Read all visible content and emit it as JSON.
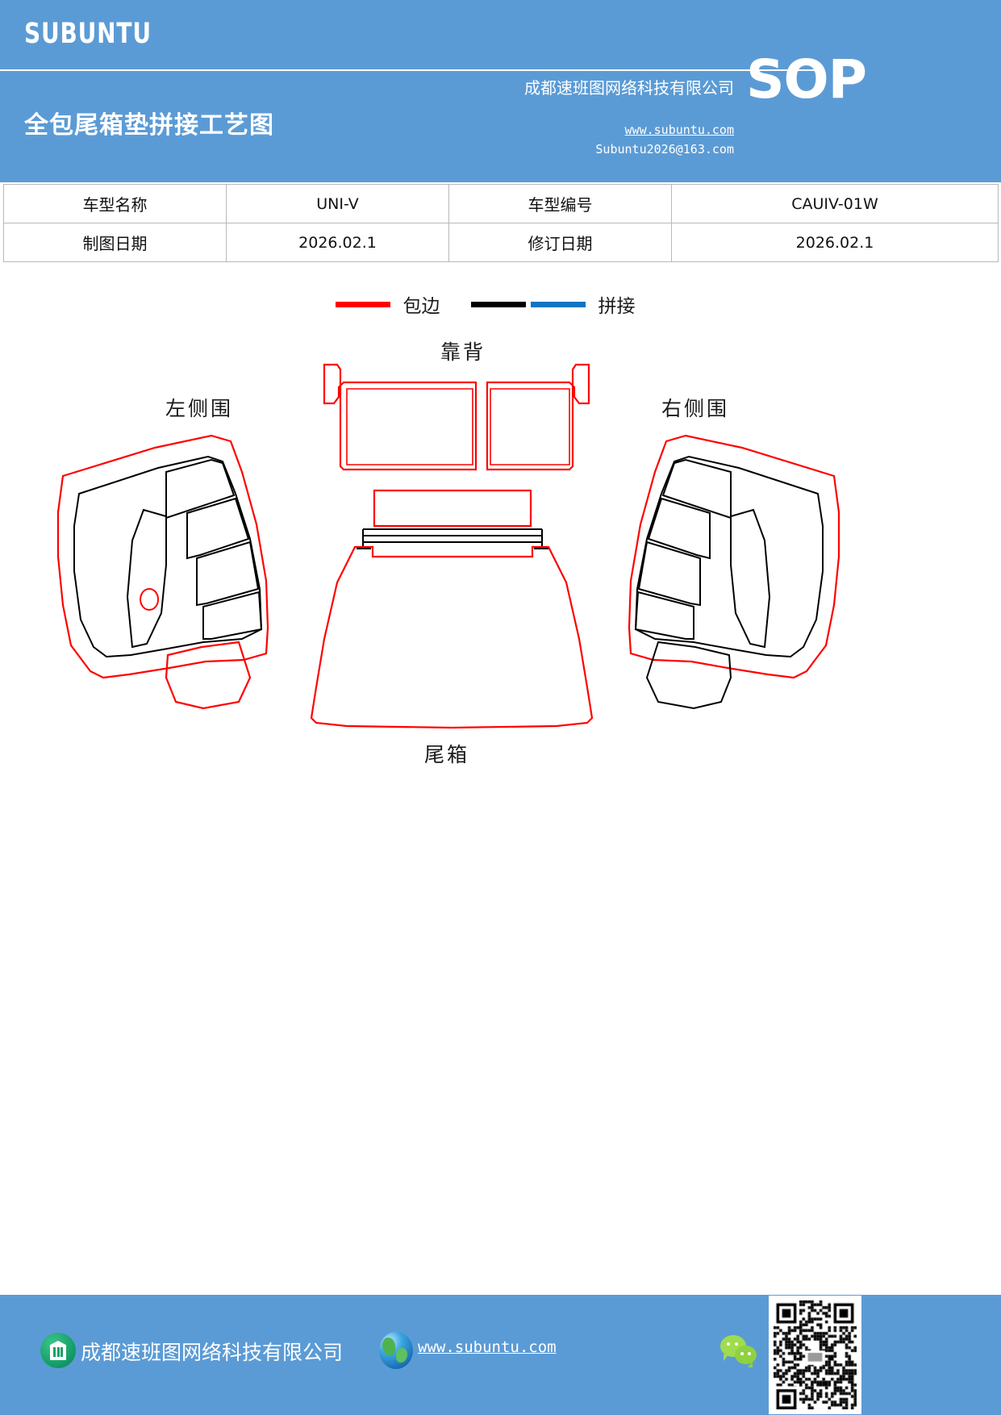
{
  "header": {
    "brand": "SUBUNTU",
    "company": "成都速班图网络科技有限公司",
    "badge": "SOP",
    "title": "全包尾箱垫拼接工艺图",
    "url": "www.subuntu.com",
    "email": "Subuntu2026@163.com",
    "bg_color": "#5B9BD5"
  },
  "info_table": {
    "rows": [
      {
        "label_1": "车型名称",
        "value_1": "UNI-V",
        "label_2": "车型编号",
        "value_2": "CAUIV-01W"
      },
      {
        "label_1": "制图日期",
        "value_1": "2026.02.1",
        "label_2": "修订日期",
        "value_2": "2026.02.1"
      }
    ]
  },
  "legend": {
    "items": [
      {
        "label": "包边",
        "color": "#ff0000",
        "swatches": [
          "#ff0000"
        ]
      },
      {
        "label": "拼接",
        "color": "#000000",
        "swatches": [
          "#000000",
          "#1175c2"
        ]
      }
    ]
  },
  "drawing": {
    "parts": [
      {
        "name": "左侧围",
        "key": "left-side-panel"
      },
      {
        "name": "靠背",
        "key": "backrest"
      },
      {
        "name": "尾箱",
        "key": "trunk-floor"
      },
      {
        "name": "右侧围",
        "key": "right-side-panel"
      }
    ],
    "stroke_colors": {
      "binding": "#ff0000",
      "seam": "#000000",
      "seam_alt": "#1175c2"
    }
  },
  "footer": {
    "company": "成都速班图网络科技有限公司",
    "url": "www.subuntu.com",
    "bg_color": "#5B9BD5",
    "icons": {
      "company": "building-icon",
      "web": "globe-icon",
      "wechat": "wechat-icon",
      "qr": "qr-code-icon"
    }
  }
}
